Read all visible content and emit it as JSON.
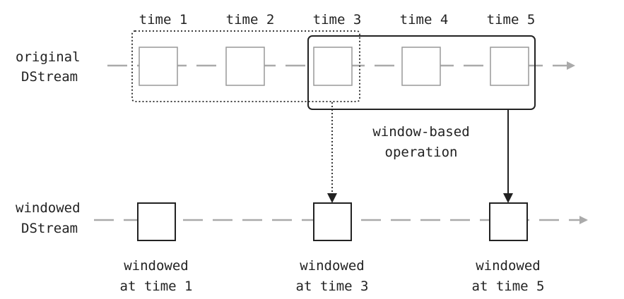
{
  "time_labels": [
    "time 1",
    "time 2",
    "time 3",
    "time 4",
    "time 5"
  ],
  "original_stream": {
    "label_line1": "original",
    "label_line2": "DStream"
  },
  "windowed_stream": {
    "label_line1": "windowed",
    "label_line2": "DStream"
  },
  "operation": {
    "label_line1": "window-based",
    "label_line2": "operation"
  },
  "windowed_outputs": [
    {
      "line1": "windowed",
      "line2": "at time 1"
    },
    {
      "line1": "windowed",
      "line2": "at time 3"
    },
    {
      "line1": "windowed",
      "line2": "at time 5"
    }
  ],
  "colors": {
    "text": "#222222",
    "stream_line": "#aaaaaa",
    "input_box": "#999999",
    "output_box": "#222222"
  }
}
